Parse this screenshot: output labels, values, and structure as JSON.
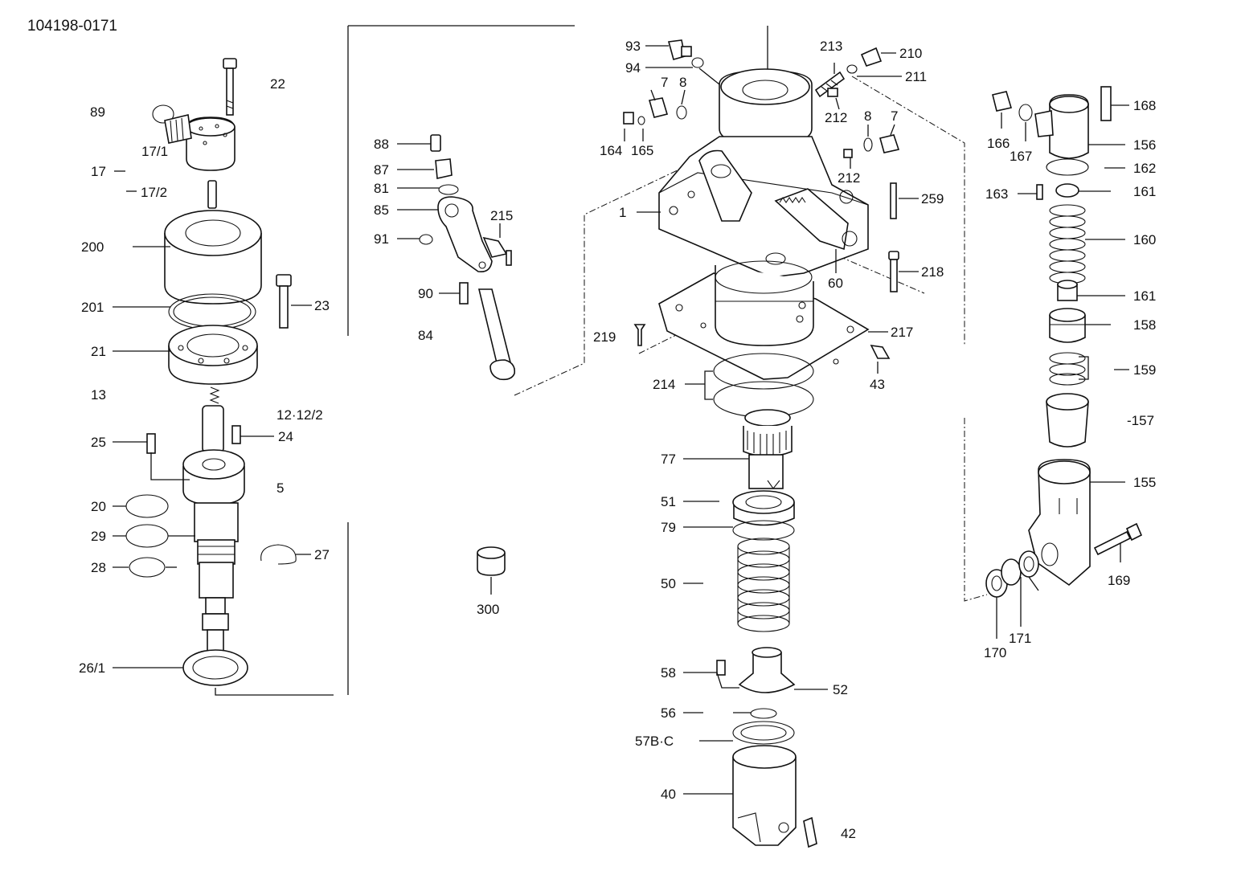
{
  "drawing_number": "104198-0171",
  "labels": {
    "l89": "89",
    "l22": "22",
    "l17_1": "17/1",
    "l17": "17",
    "l17_2": "17/2",
    "l200": "200",
    "l201": "201",
    "l23": "23",
    "l21": "21",
    "l13": "13",
    "l12": "12·12/2",
    "l25": "25",
    "l24": "24",
    "l5": "5",
    "l20": "20",
    "l29": "29",
    "l27": "27",
    "l28": "28",
    "l26_1": "26/1",
    "l88": "88",
    "l87": "87",
    "l81": "81",
    "l85": "85",
    "l215": "215",
    "l91": "91",
    "l90": "90",
    "l84": "84",
    "l300": "300",
    "l219": "219",
    "l93": "93",
    "l94": "94",
    "l7a": "7",
    "l8a": "8",
    "l164": "164",
    "l165": "165",
    "l1": "1",
    "l213": "213",
    "l210": "210",
    "l211": "211",
    "l212a": "212",
    "l8b": "8",
    "l7b": "7",
    "l212b": "212",
    "l259": "259",
    "l218": "218",
    "l60": "60",
    "l217": "217",
    "l43": "43",
    "l214": "214",
    "l77": "77",
    "l51": "51",
    "l79": "79",
    "l50": "50",
    "l58": "58",
    "l52": "52",
    "l56": "56",
    "l57": "57B·C",
    "l40": "40",
    "l42": "42",
    "l168": "168",
    "l166": "166",
    "l167": "167",
    "l156": "156",
    "l162": "162",
    "l163": "163",
    "l161a": "161",
    "l160": "160",
    "l161b": "161",
    "l158": "158",
    "l159": "159",
    "l157": "-157",
    "l155": "155",
    "l169": "169",
    "l170": "170",
    "l171": "171"
  }
}
